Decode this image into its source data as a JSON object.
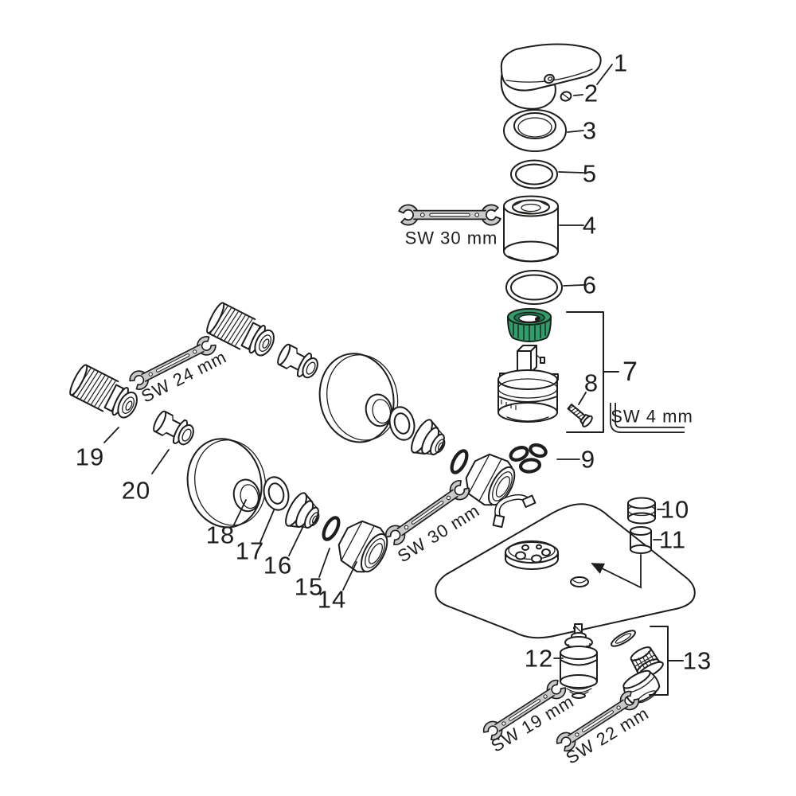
{
  "diagram_type": "exploded-spare-parts-diagram",
  "colors": {
    "background": "#ffffff",
    "line": "#1d1d1b",
    "tool_fill": "#c9c9c9",
    "accent_green": "#2F9E6B",
    "accent_green_dark": "#1E7A50"
  },
  "callouts": {
    "n1": "1",
    "n2": "2",
    "n3": "3",
    "n4": "4",
    "n5": "5",
    "n6": "6",
    "n7": "7",
    "n8": "8",
    "n9": "9",
    "n10": "10",
    "n11": "11",
    "n12": "12",
    "n13": "13",
    "n14": "14",
    "n15": "15",
    "n16": "16",
    "n17": "17",
    "n18": "18",
    "n19": "19",
    "n20": "20"
  },
  "tools": {
    "sw30_top": "SW 30 mm",
    "sw24": "SW 24 mm",
    "sw4": "SW 4 mm",
    "sw30_mid": "SW 30 mm",
    "sw19": "SW 19 mm",
    "sw22": "SW 22 mm"
  },
  "parts": [
    {
      "label": "1",
      "shape": "lever-handle"
    },
    {
      "label": "2",
      "shape": "grub-screw"
    },
    {
      "label": "3",
      "shape": "handle-collar"
    },
    {
      "label": "4",
      "shape": "cartridge-nut"
    },
    {
      "label": "5",
      "shape": "seal-ring"
    },
    {
      "label": "6",
      "shape": "o-ring-large"
    },
    {
      "label": "7",
      "shape": "cartridge-assembly"
    },
    {
      "label": "8",
      "shape": "fixing-screw"
    },
    {
      "label": "9",
      "shape": "o-ring-set"
    },
    {
      "label": "10",
      "shape": "plug-large"
    },
    {
      "label": "11",
      "shape": "plug-small"
    },
    {
      "label": "12",
      "shape": "diverter-cartridge"
    },
    {
      "label": "13",
      "shape": "aerator-set"
    },
    {
      "label": "14",
      "shape": "union-nut"
    },
    {
      "label": "15",
      "shape": "o-ring-small"
    },
    {
      "label": "16",
      "shape": "filter-insert"
    },
    {
      "label": "17",
      "shape": "washer"
    },
    {
      "label": "18",
      "shape": "escutcheon"
    },
    {
      "label": "19",
      "shape": "s-union-connector"
    },
    {
      "label": "20",
      "shape": "adapter-bushing"
    }
  ]
}
